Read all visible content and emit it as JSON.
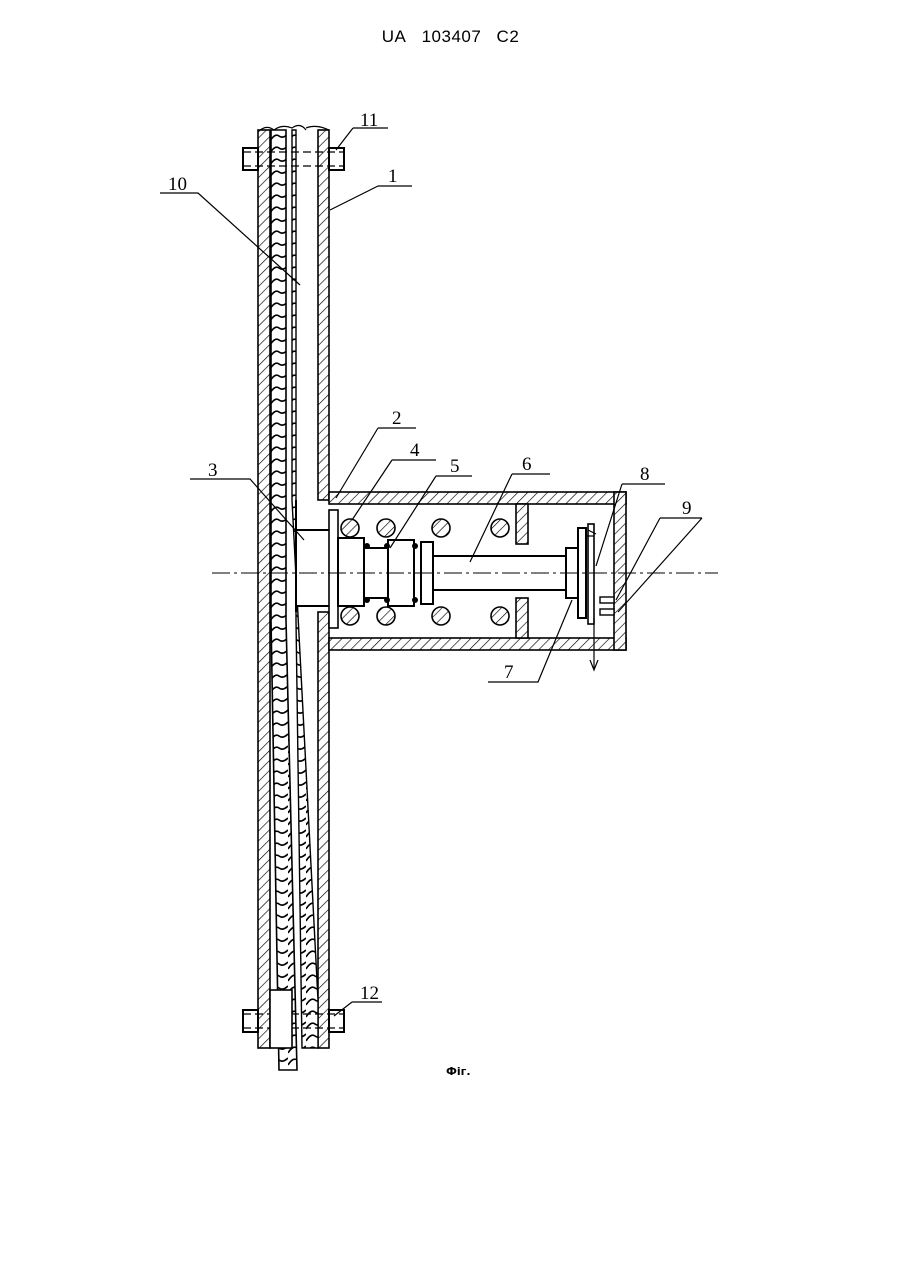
{
  "header": {
    "country": "UA",
    "number": "103407",
    "kind": "C2"
  },
  "figure": {
    "caption": "Фіг.",
    "labels": [
      "1",
      "2",
      "3",
      "4",
      "5",
      "6",
      "7",
      "8",
      "9",
      "10",
      "11",
      "12"
    ]
  }
}
